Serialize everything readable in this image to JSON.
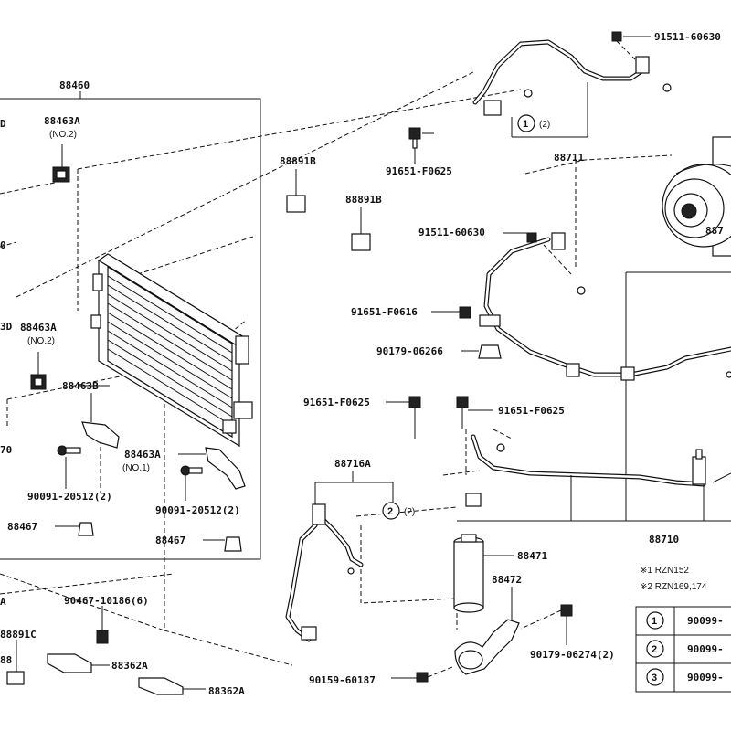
{
  "labels": {
    "p88460": "88460",
    "p88463a_top": "88463A",
    "no2_top": "(NO.2)",
    "p88463a_mid": "88463A",
    "no2_mid": "(NO.2)",
    "p88463b": "88463B",
    "p88463a_no1": "88463A",
    "no1": "(NO.1)",
    "p90091_left": "90091-20512(2)",
    "p90091_right": "90091-20512(2)",
    "p88467_left": "88467",
    "p88467_right": "88467",
    "p88891b_1": "88891B",
    "p88891b_2": "88891B",
    "p88891c": "88891C",
    "p90467": "90467-10186(6)",
    "p88362a_1": "88362A",
    "p88362a_2": "88362A",
    "p88716a": "88716A",
    "p88471": "88471",
    "p88472": "88472",
    "p90159": "90159-60187",
    "p90179_06274": "90179-06274(2)",
    "p90179_06266": "90179-06266",
    "p91651_f0625_a": "91651-F0625",
    "p91651_f0625_b": "91651-F0625",
    "p91651_f0625_c": "91651-F0625",
    "p91651_f0616": "91651-F0616",
    "p91511_top": "91511-60630",
    "p91511_mid": "91511-60630",
    "p88711": "88711",
    "p88710": "88710",
    "p887_cut": "887",
    "edge_d_top": "D",
    "edge_d_mid": "3D",
    "edge_a": "A",
    "edge_0": "0",
    "edge_70": "70",
    "edge_88": "88",
    "circ_count_top": "(2)",
    "circ_count_mid": "(2)",
    "note1": "※1 RZN152",
    "note2": "※2 RZN169,174"
  },
  "legend": {
    "rows": [
      {
        "num": "1",
        "part": "90099-"
      },
      {
        "num": "2",
        "part": "90099-"
      },
      {
        "num": "3",
        "part": "90099-"
      }
    ]
  },
  "circle_refs": {
    "top": "1",
    "mid": "2"
  }
}
